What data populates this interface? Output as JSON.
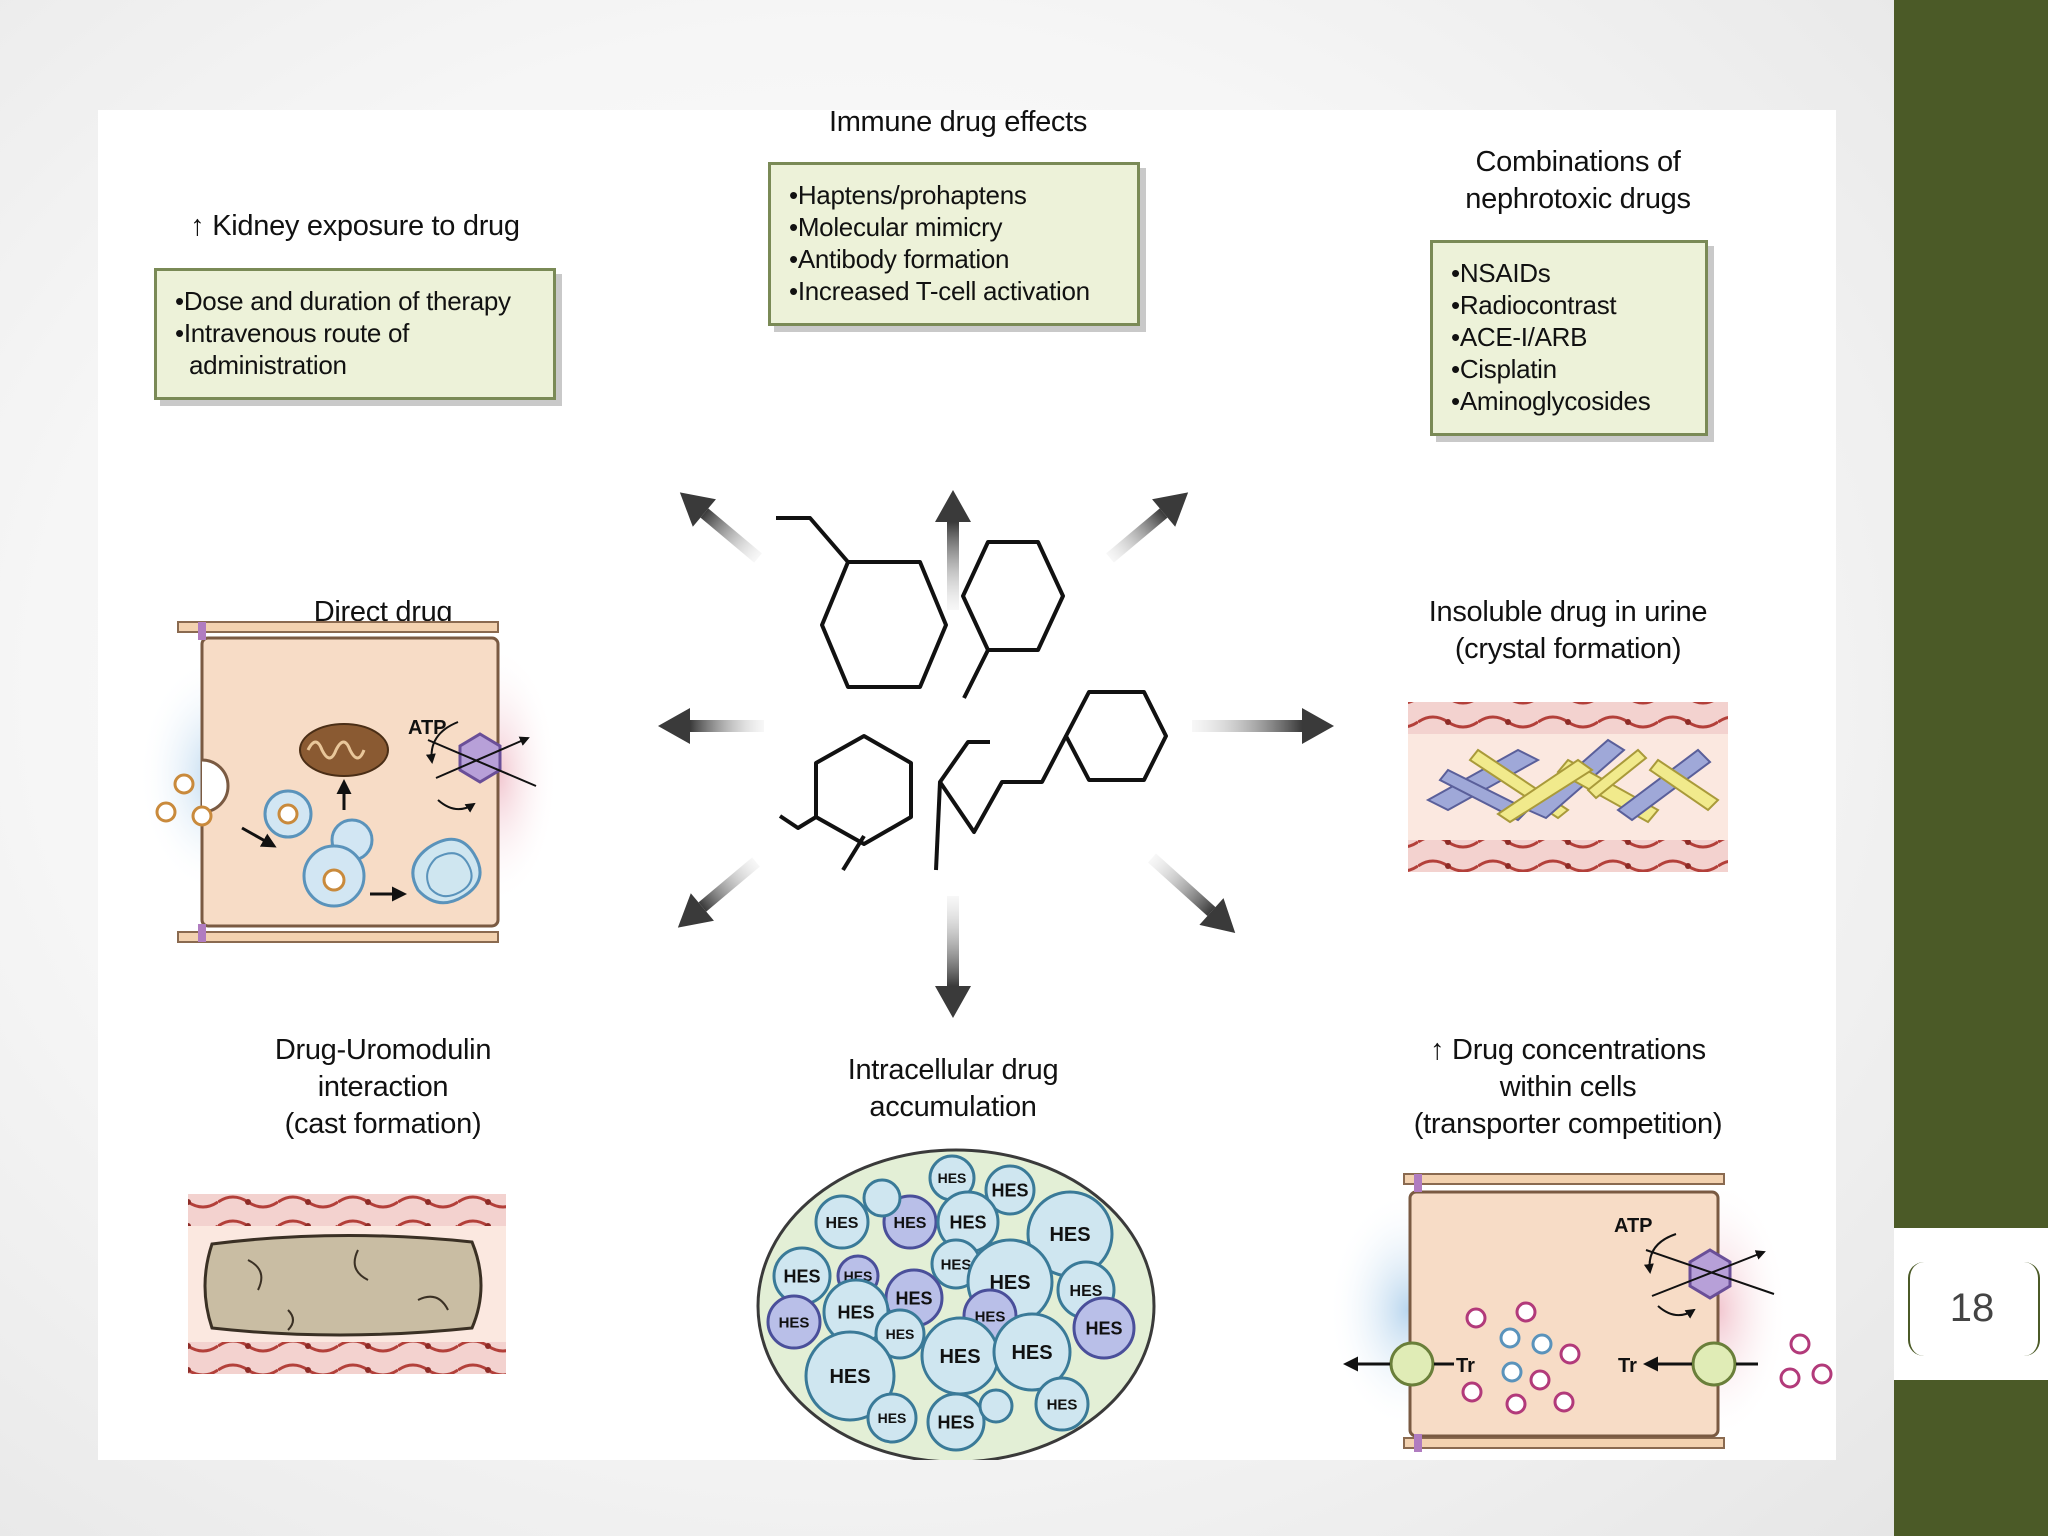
{
  "page_number": "18",
  "titles": {
    "kidney_exposure": "↑ Kidney exposure to drug",
    "immune": "Immune drug effects",
    "combinations": "Combinations of\nnephrotoxic drugs",
    "direct": "Direct drug\nnephrotoxicity",
    "insoluble": "Insoluble drug in urine\n(crystal formation)",
    "uromodulin": "Drug-Uromodulin\ninteraction\n(cast formation)",
    "intracellular": "Intracellular drug\naccumulation",
    "concentrations": "↑ Drug concentrations\nwithin cells\n(transporter competition)"
  },
  "boxes": {
    "kidney_exposure": [
      "Dose and duration of therapy",
      "Intravenous route of administration"
    ],
    "immune": [
      "Haptens/prohaptens",
      "Molecular mimicry",
      "Antibody formation",
      "Increased T-cell activation"
    ],
    "combinations": [
      "NSAIDs",
      "Radiocontrast",
      "ACE-I/ARB",
      "Cisplatin",
      "Aminoglycosides"
    ]
  },
  "labels": {
    "atp": "ATP",
    "transporter": "Tr",
    "hes": "HES"
  },
  "colors": {
    "sidebar": "#4b5a27",
    "box_fill": "#edf2d9",
    "box_border": "#7a8a56",
    "cell_fill": "#f7dcc6",
    "vessel_red": "#b3403a"
  }
}
